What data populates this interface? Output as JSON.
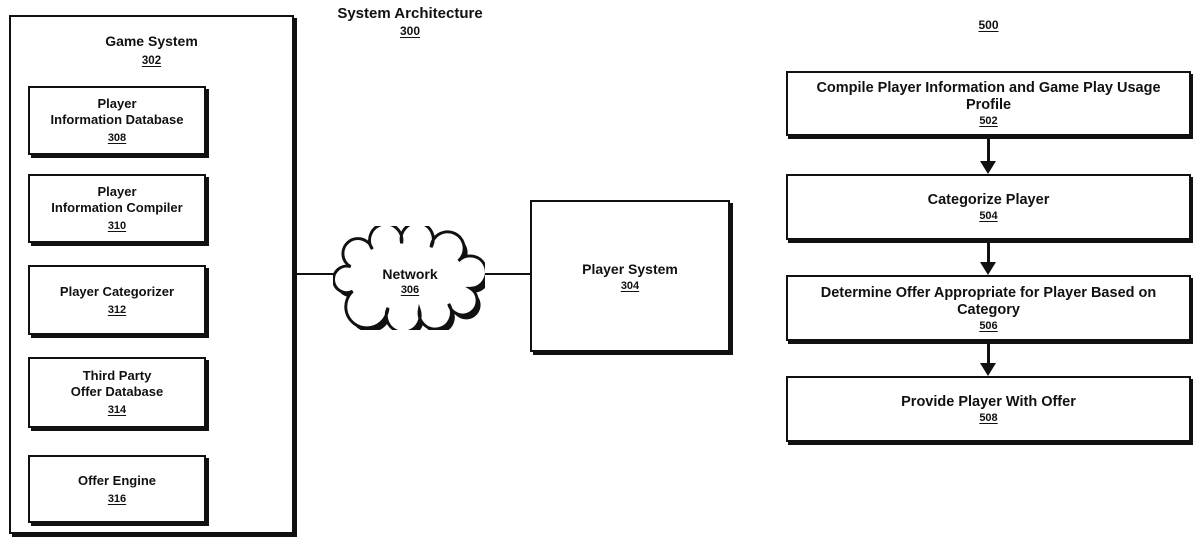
{
  "figure": {
    "title": "System Architecture",
    "title_ref": "300",
    "flow_ref": "500"
  },
  "game_system": {
    "label": "Game System",
    "ref": "302",
    "modules": [
      {
        "lines": [
          "Player",
          "Information Database"
        ],
        "ref": "308"
      },
      {
        "lines": [
          "Player",
          "Information Compiler"
        ],
        "ref": "310"
      },
      {
        "lines": [
          "Player Categorizer"
        ],
        "ref": "312"
      },
      {
        "lines": [
          "Third Party",
          "Offer Database"
        ],
        "ref": "314"
      },
      {
        "lines": [
          "Offer Engine"
        ],
        "ref": "316"
      }
    ]
  },
  "network": {
    "label": "Network",
    "ref": "306"
  },
  "player_system": {
    "label": "Player System",
    "ref": "304"
  },
  "flowchart": {
    "steps": [
      {
        "label": "Compile Player Information and Game Play Usage Profile",
        "ref": "502"
      },
      {
        "label": "Categorize Player",
        "ref": "504"
      },
      {
        "label": "Determine Offer Appropriate for Player Based on Category",
        "ref": "506"
      },
      {
        "label": "Provide Player With Offer",
        "ref": "508"
      }
    ]
  },
  "colors": {
    "ink": "#111111",
    "background": "#ffffff"
  }
}
